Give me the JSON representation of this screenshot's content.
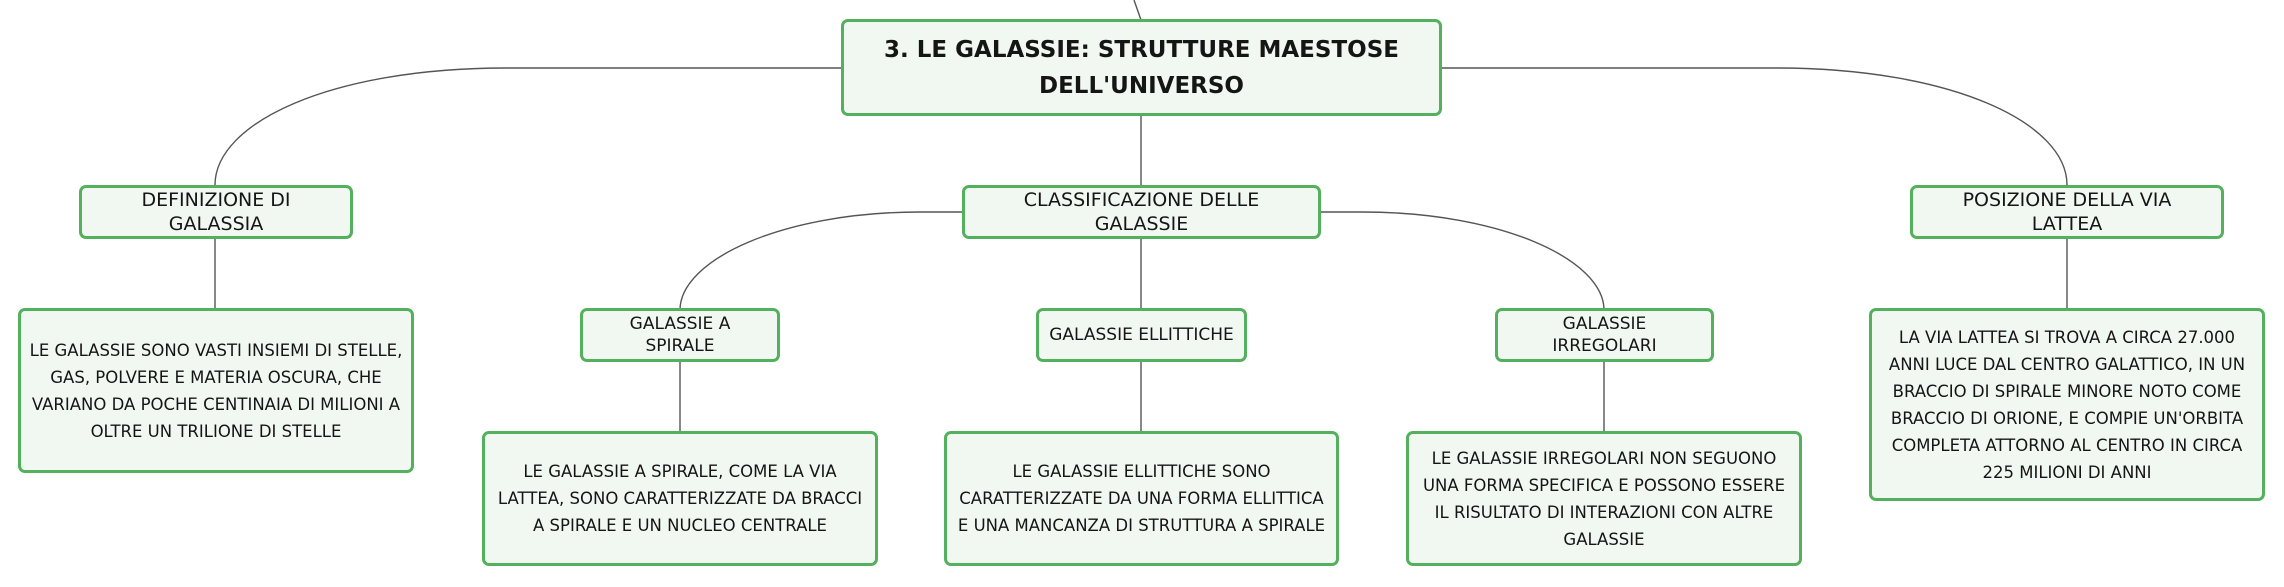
{
  "diagram": {
    "root": {
      "label": "3. LE GALASSIE: STRUTTURE MAESTOSE DELL'UNIVERSO"
    },
    "topics": {
      "definizione": {
        "label": "DEFINIZIONE DI GALASSIA",
        "description": "LE GALASSIE SONO VASTI INSIEMI DI STELLE, GAS, POLVERE E MATERIA OSCURA, CHE VARIANO DA POCHE CENTINAIA DI MILIONI A OLTRE UN TRILIONE DI STELLE"
      },
      "classificazione": {
        "label": "CLASSIFICAZIONE DELLE GALASSIE",
        "children": {
          "spirale": {
            "label": "GALASSIE A SPIRALE",
            "description": "LE GALASSIE A SPIRALE, COME LA VIA LATTEA, SONO CARATTERIZZATE DA BRACCI A SPIRALE E UN NUCLEO CENTRALE"
          },
          "ellittiche": {
            "label": "GALASSIE ELLITTICHE",
            "description": "LE GALASSIE ELLITTICHE SONO CARATTERIZZATE DA UNA FORMA ELLITTICA E UNA MANCANZA DI STRUTTURA A SPIRALE"
          },
          "irregolari": {
            "label": "GALASSIE IRREGOLARI",
            "description": "LE GALASSIE IRREGOLARI NON SEGUONO UNA FORMA SPECIFICA E POSSONO ESSERE IL RISULTATO DI INTERAZIONI CON ALTRE GALASSIE"
          }
        }
      },
      "posizione": {
        "label": "POSIZIONE DELLA VIA LATTEA",
        "description": "LA VIA LATTEA SI TROVA A CIRCA 27.000 ANNI LUCE DAL CENTRO GALATTICO, IN UN BRACCIO DI SPIRALE MINORE NOTO COME BRACCIO DI ORIONE, E COMPIE UN'ORBITA COMPLETA ATTORNO AL CENTRO IN CIRCA 225 MILIONI DI ANNI"
      }
    },
    "colors": {
      "node_border": "#53b05c",
      "node_fill": "#f1f8f1",
      "connector": "#555555",
      "text": "#151515"
    }
  }
}
